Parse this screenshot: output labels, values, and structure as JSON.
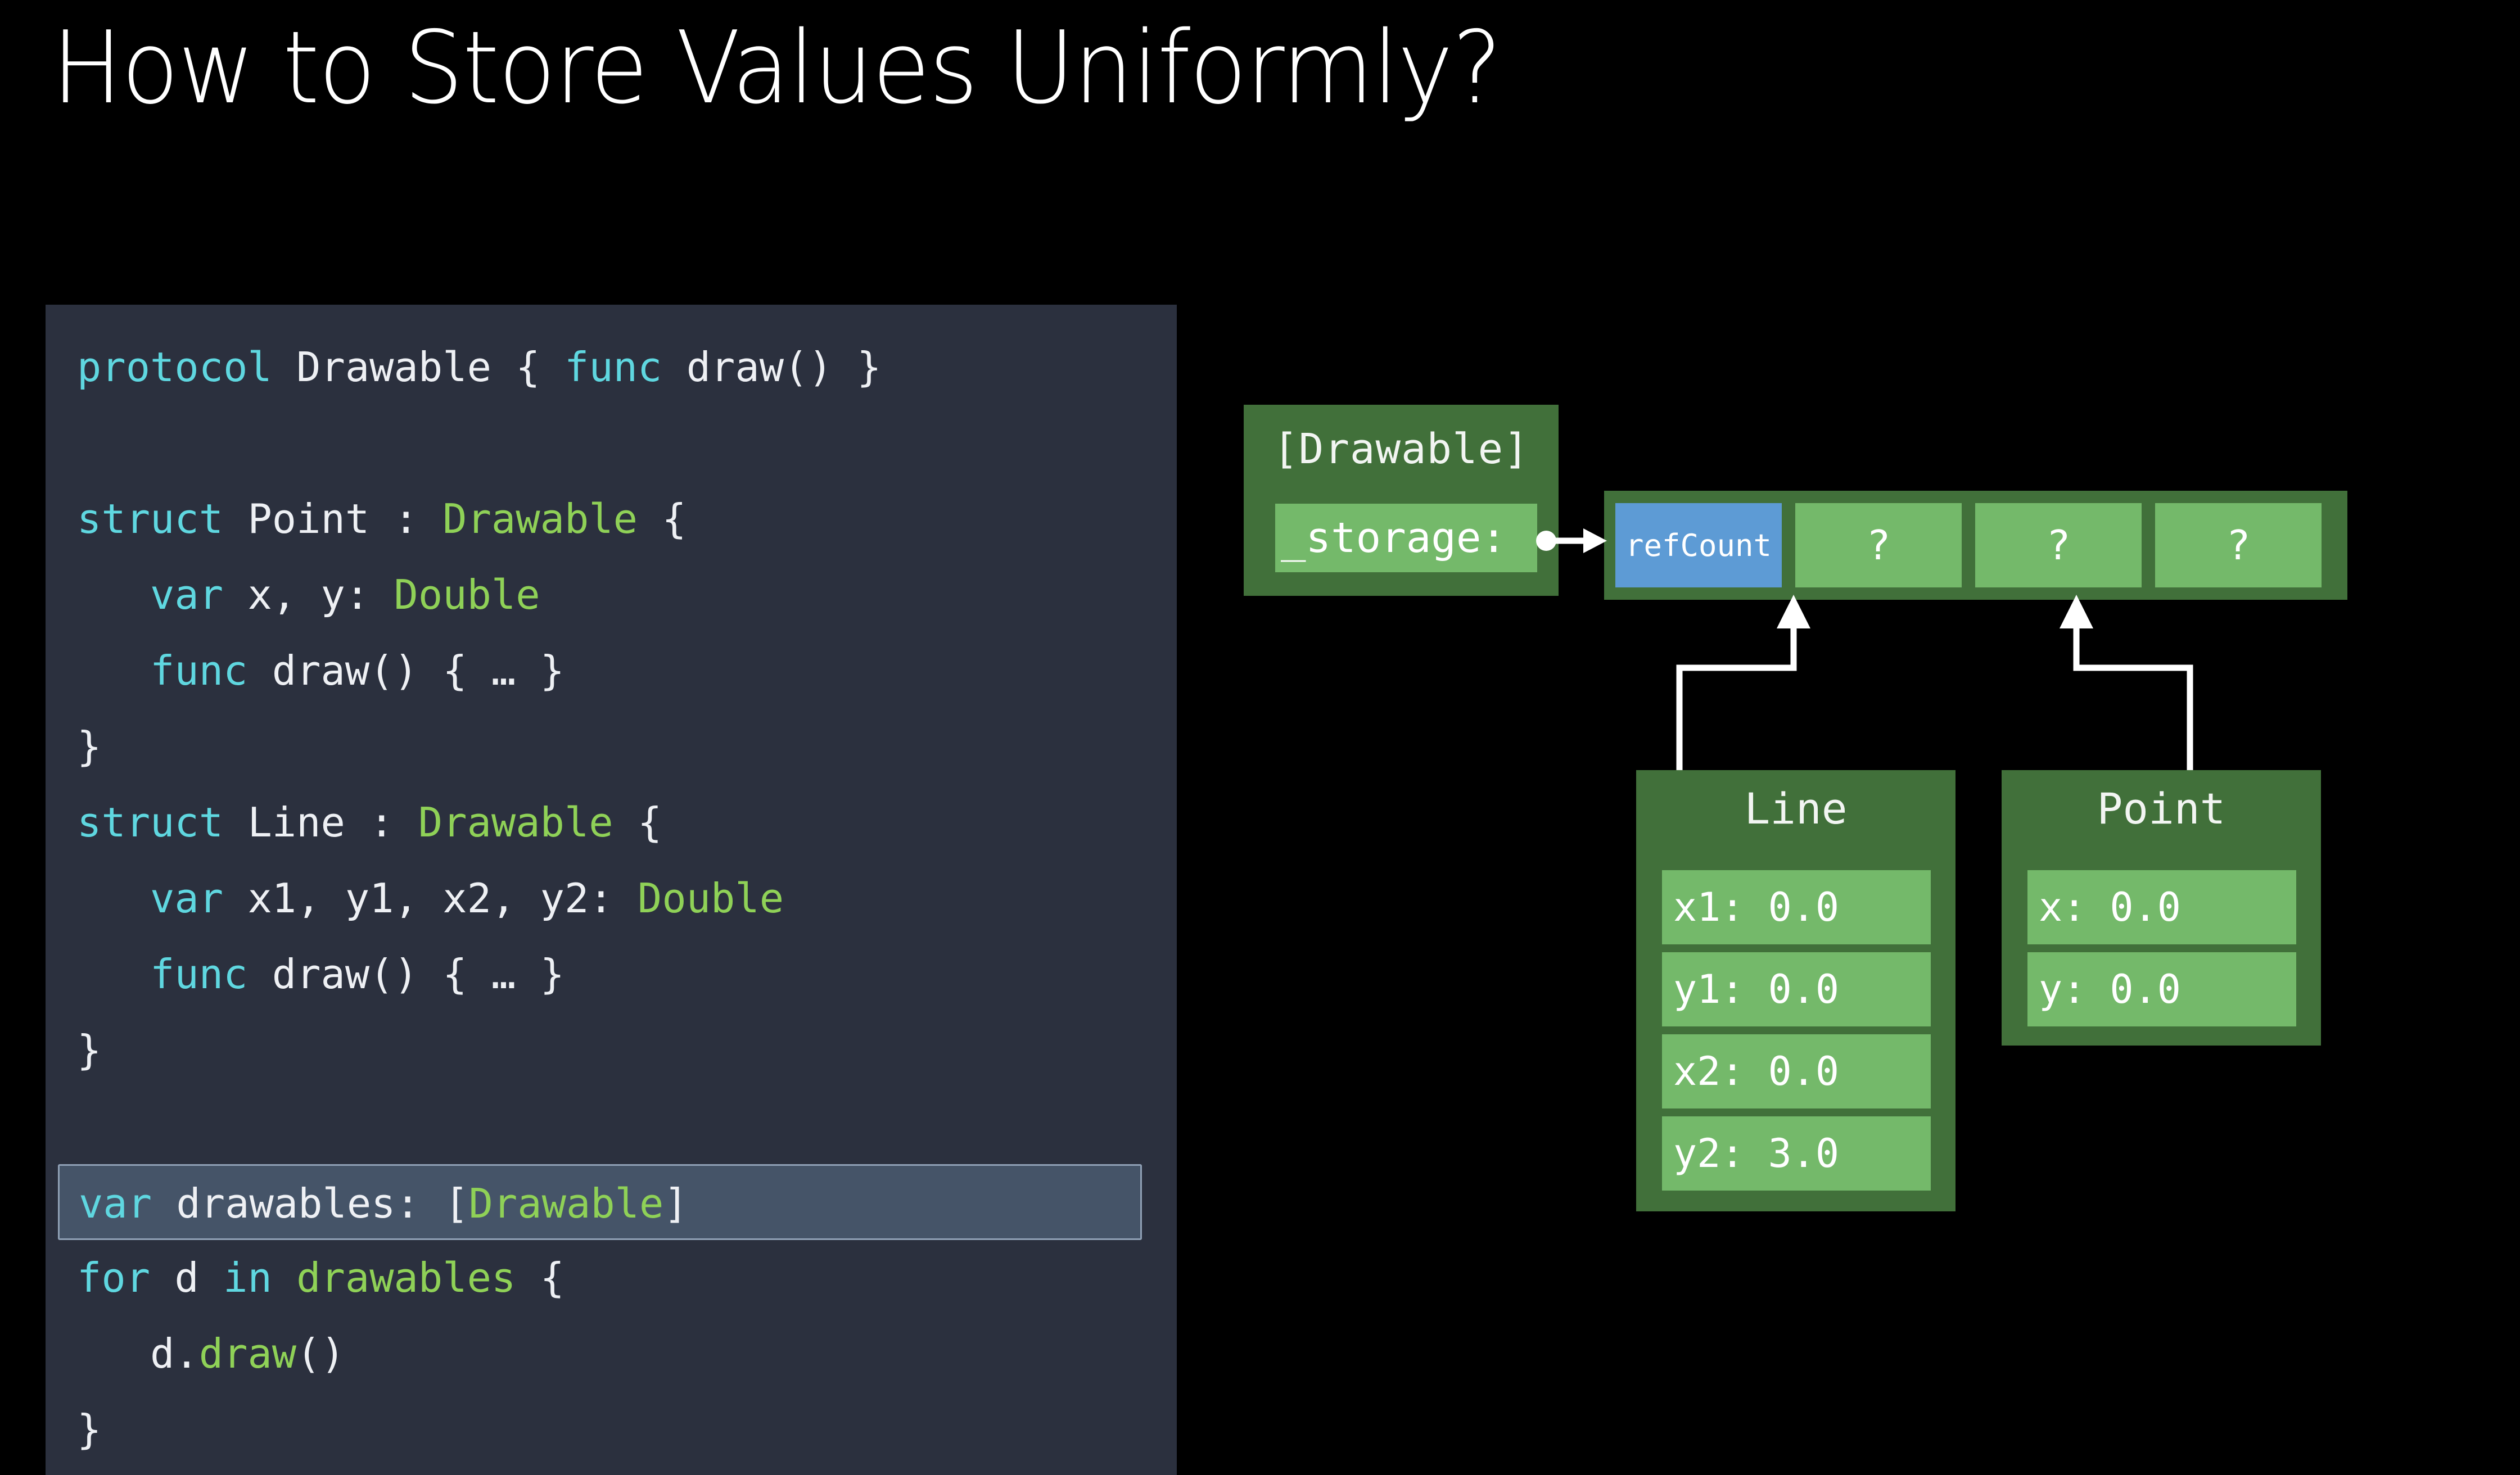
{
  "slide": {
    "title": "How to Store Values Uniformly?",
    "background_color": "#000000"
  },
  "code_panel": {
    "background_color": "#2b303e",
    "highlight_background_color": "#455468",
    "highlight_border_color": "#8fa0b5",
    "keyword_color": "#5fd7e0",
    "type_color": "#8fd157",
    "identifier_color": "#eef0f4",
    "lines": [
      {
        "id": "l0",
        "text": "protocol Drawable { func draw() }",
        "highlighted": false
      },
      {
        "id": "l1",
        "text": "",
        "highlighted": false
      },
      {
        "id": "l2",
        "text": "struct Point : Drawable {",
        "highlighted": false
      },
      {
        "id": "l3",
        "text": "   var x, y: Double",
        "highlighted": false
      },
      {
        "id": "l4",
        "text": "   func draw() { … }",
        "highlighted": false
      },
      {
        "id": "l5",
        "text": "}",
        "highlighted": false
      },
      {
        "id": "l6",
        "text": "struct Line : Drawable {",
        "highlighted": false
      },
      {
        "id": "l7",
        "text": "   var x1, y1, x2, y2: Double",
        "highlighted": false
      },
      {
        "id": "l8",
        "text": "   func draw() { … }",
        "highlighted": false
      },
      {
        "id": "l9",
        "text": "}",
        "highlighted": false
      },
      {
        "id": "l10",
        "text": "",
        "highlighted": false
      },
      {
        "id": "l11",
        "text": "var drawables: [Drawable]",
        "highlighted": true
      },
      {
        "id": "l12",
        "text": "for d in drawables {",
        "highlighted": false
      },
      {
        "id": "l13",
        "text": "   d.draw()",
        "highlighted": false
      },
      {
        "id": "l14",
        "text": "}",
        "highlighted": false
      }
    ]
  },
  "diagram": {
    "colors": {
      "box_dark_green": "#41703a",
      "field_light_green": "#74b96a",
      "refcount_blue": "#5d9bd5",
      "connector_white": "#ffffff"
    },
    "drawable_box": {
      "title": "[Drawable]",
      "storage_label": "_storage:"
    },
    "storage_array": {
      "cells": [
        {
          "id": "refcount",
          "label": "refCount",
          "kind": "refcount"
        },
        {
          "id": "slot1",
          "label": "?",
          "kind": "unknown"
        },
        {
          "id": "slot2",
          "label": "?",
          "kind": "unknown"
        },
        {
          "id": "slot3",
          "label": "?",
          "kind": "unknown"
        }
      ]
    },
    "line_box": {
      "title": "Line",
      "fields": [
        {
          "label": "x1: 0.0"
        },
        {
          "label": "y1: 0.0"
        },
        {
          "label": "x2: 0.0"
        },
        {
          "label": "y2: 3.0"
        }
      ]
    },
    "point_box": {
      "title": "Point",
      "fields": [
        {
          "label": "x: 0.0"
        },
        {
          "label": "y: 0.0"
        }
      ]
    }
  }
}
